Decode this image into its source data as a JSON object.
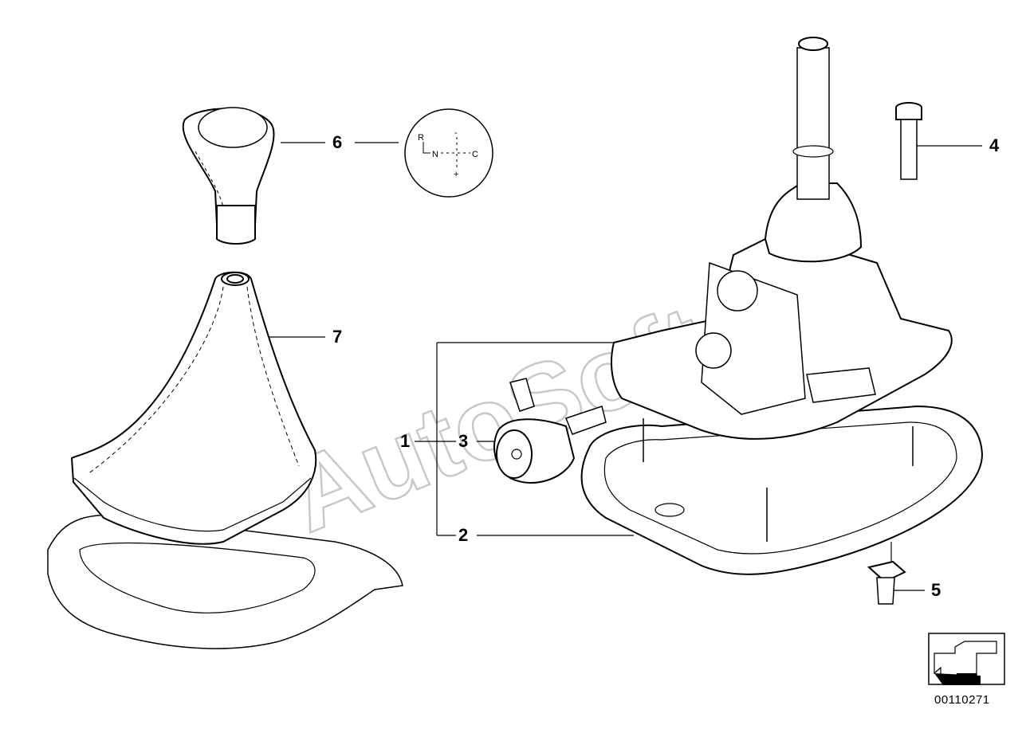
{
  "callouts": {
    "p1": "1",
    "p2": "2",
    "p3": "3",
    "p4": "4",
    "p5": "5",
    "p6": "6",
    "p7": "7"
  },
  "shift_pattern": {
    "r": "R",
    "n": "N",
    "c": "C",
    "minus": "-",
    "plus": "+"
  },
  "watermark": "AutoSoft",
  "document_number": "00110271",
  "navigation": {
    "back_icon": "arrow-left-icon"
  }
}
